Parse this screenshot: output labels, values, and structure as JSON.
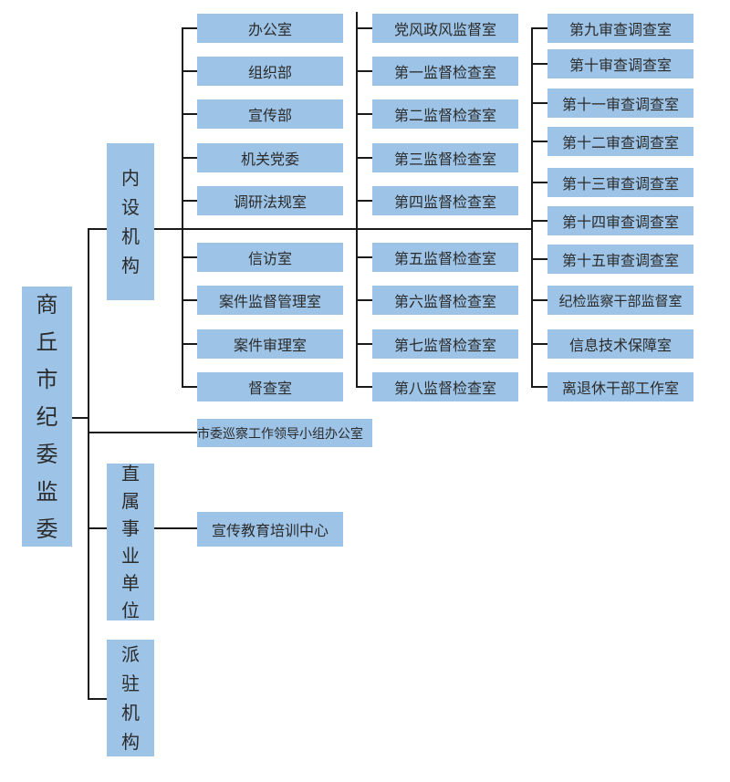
{
  "root": {
    "label": "商丘市纪委监委"
  },
  "level1": {
    "internal": {
      "label": "内设机构"
    },
    "affiliated": {
      "label": "直属事业单位"
    },
    "stationed": {
      "label": "派驻机构"
    },
    "inspection_office": {
      "label": "市委巡察工作领导小组办公室"
    }
  },
  "affiliated_units": [
    "宣传教育培训中心"
  ],
  "internal_units": {
    "col_a": [
      "办公室",
      "组织部",
      "宣传部",
      "机关党委",
      "调研法规室",
      "信访室",
      "案件监督管理室",
      "案件审理室",
      "督查室"
    ],
    "col_b": [
      "党风政风监督室",
      "第一监督检查室",
      "第二监督检查室",
      "第三监督检查室",
      "第四监督检查室",
      "第五监督检查室",
      "第六监督检查室",
      "第七监督检查室",
      "第八监督检查室"
    ],
    "col_c": [
      "第九审查调查室",
      "第十审查调查室",
      "第十一审查调查室",
      "第十二审查调查室",
      "第十三审查调查室",
      "第十四审查调查室",
      "第十五审查调查室",
      "纪检监察干部监督室",
      "信息技术保障室",
      "离退休干部工作室"
    ]
  },
  "colors": {
    "box_fill": "#9dc3e6",
    "line": "#1a1a1a",
    "text": "#2b2b2b"
  }
}
